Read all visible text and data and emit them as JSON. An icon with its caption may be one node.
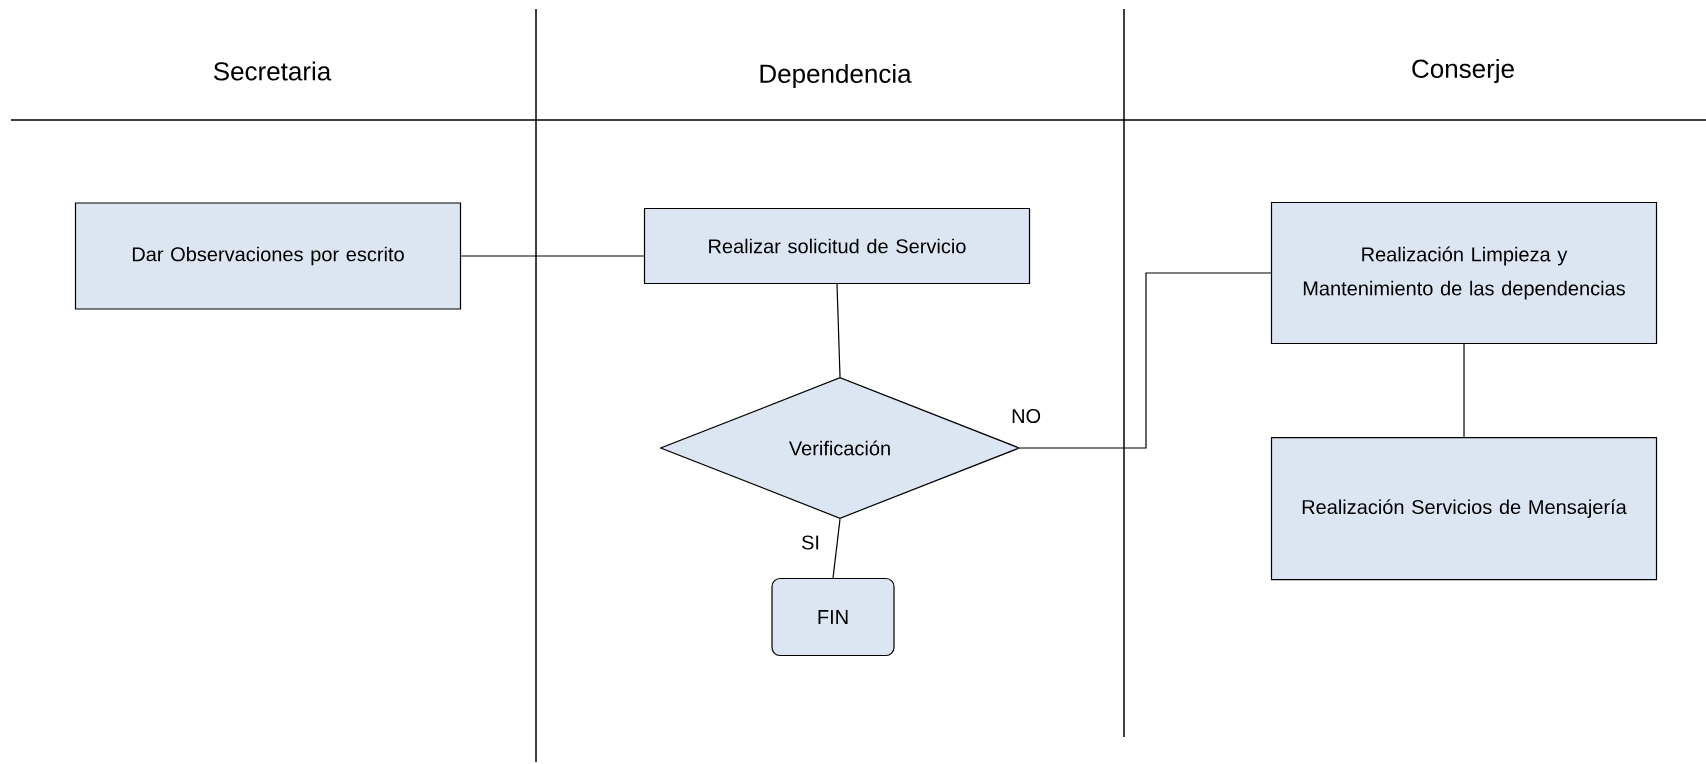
{
  "diagram": {
    "nodes": [
      {
        "text": [
          "Dar Observaciones por escrito"
        ]
      },
      {
        "text": [
          "Realizar solicitud de Servicio"
        ]
      },
      {
        "text": [
          "Verificación"
        ]
      },
      {
        "text": [
          "FIN"
        ]
      },
      {
        "text": [
          "Realización Limpieza y Mantenimiento de las dependencias"
        ]
      },
      {
        "text": [
          "Realización Servicios de Mensajería"
        ]
      }
    ],
    "edges": [
      {
        "from": 0,
        "to": 1,
        "arrow": "none"
      },
      {
        "from": 1,
        "to": 2,
        "arrow": "none"
      },
      {
        "from": 2,
        "to": 3,
        "arrow": "none",
        "label": "SI"
      },
      {
        "from": 2,
        "to": 4,
        "arrow": "none",
        "label": "NO"
      },
      {
        "from": 4,
        "to": 5,
        "arrow": "none"
      }
    ],
    "labels": [
      "Secretaria",
      "Dependencia",
      "Conserje"
    ]
  }
}
